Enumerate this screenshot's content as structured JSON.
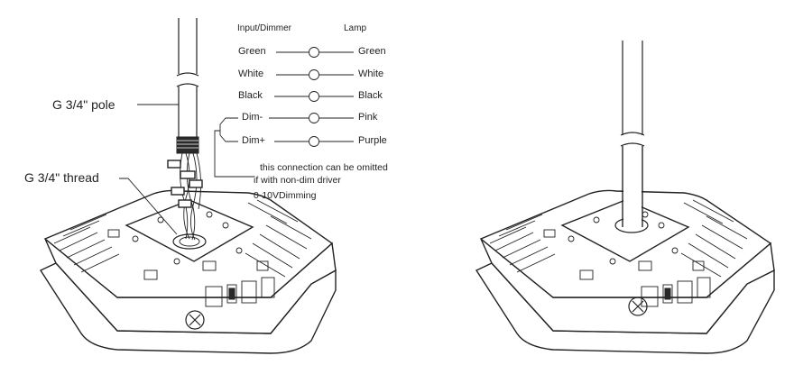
{
  "diagram": {
    "header_input": "Input/Dimmer",
    "header_lamp": "Lamp",
    "wiring": [
      {
        "input": "Green",
        "lamp": "Green"
      },
      {
        "input": "White",
        "lamp": "White"
      },
      {
        "input": "Black",
        "lamp": "Black"
      },
      {
        "input": "Dim-",
        "lamp": "Pink"
      },
      {
        "input": "Dim+",
        "lamp": "Purple"
      }
    ],
    "note_line1": "this connection can be omitted",
    "note_line2": "if with non-dim driver",
    "note_line3": "0-10VDimming",
    "pole_label": "G 3/4\" pole",
    "thread_label": "G 3/4\" thread"
  }
}
